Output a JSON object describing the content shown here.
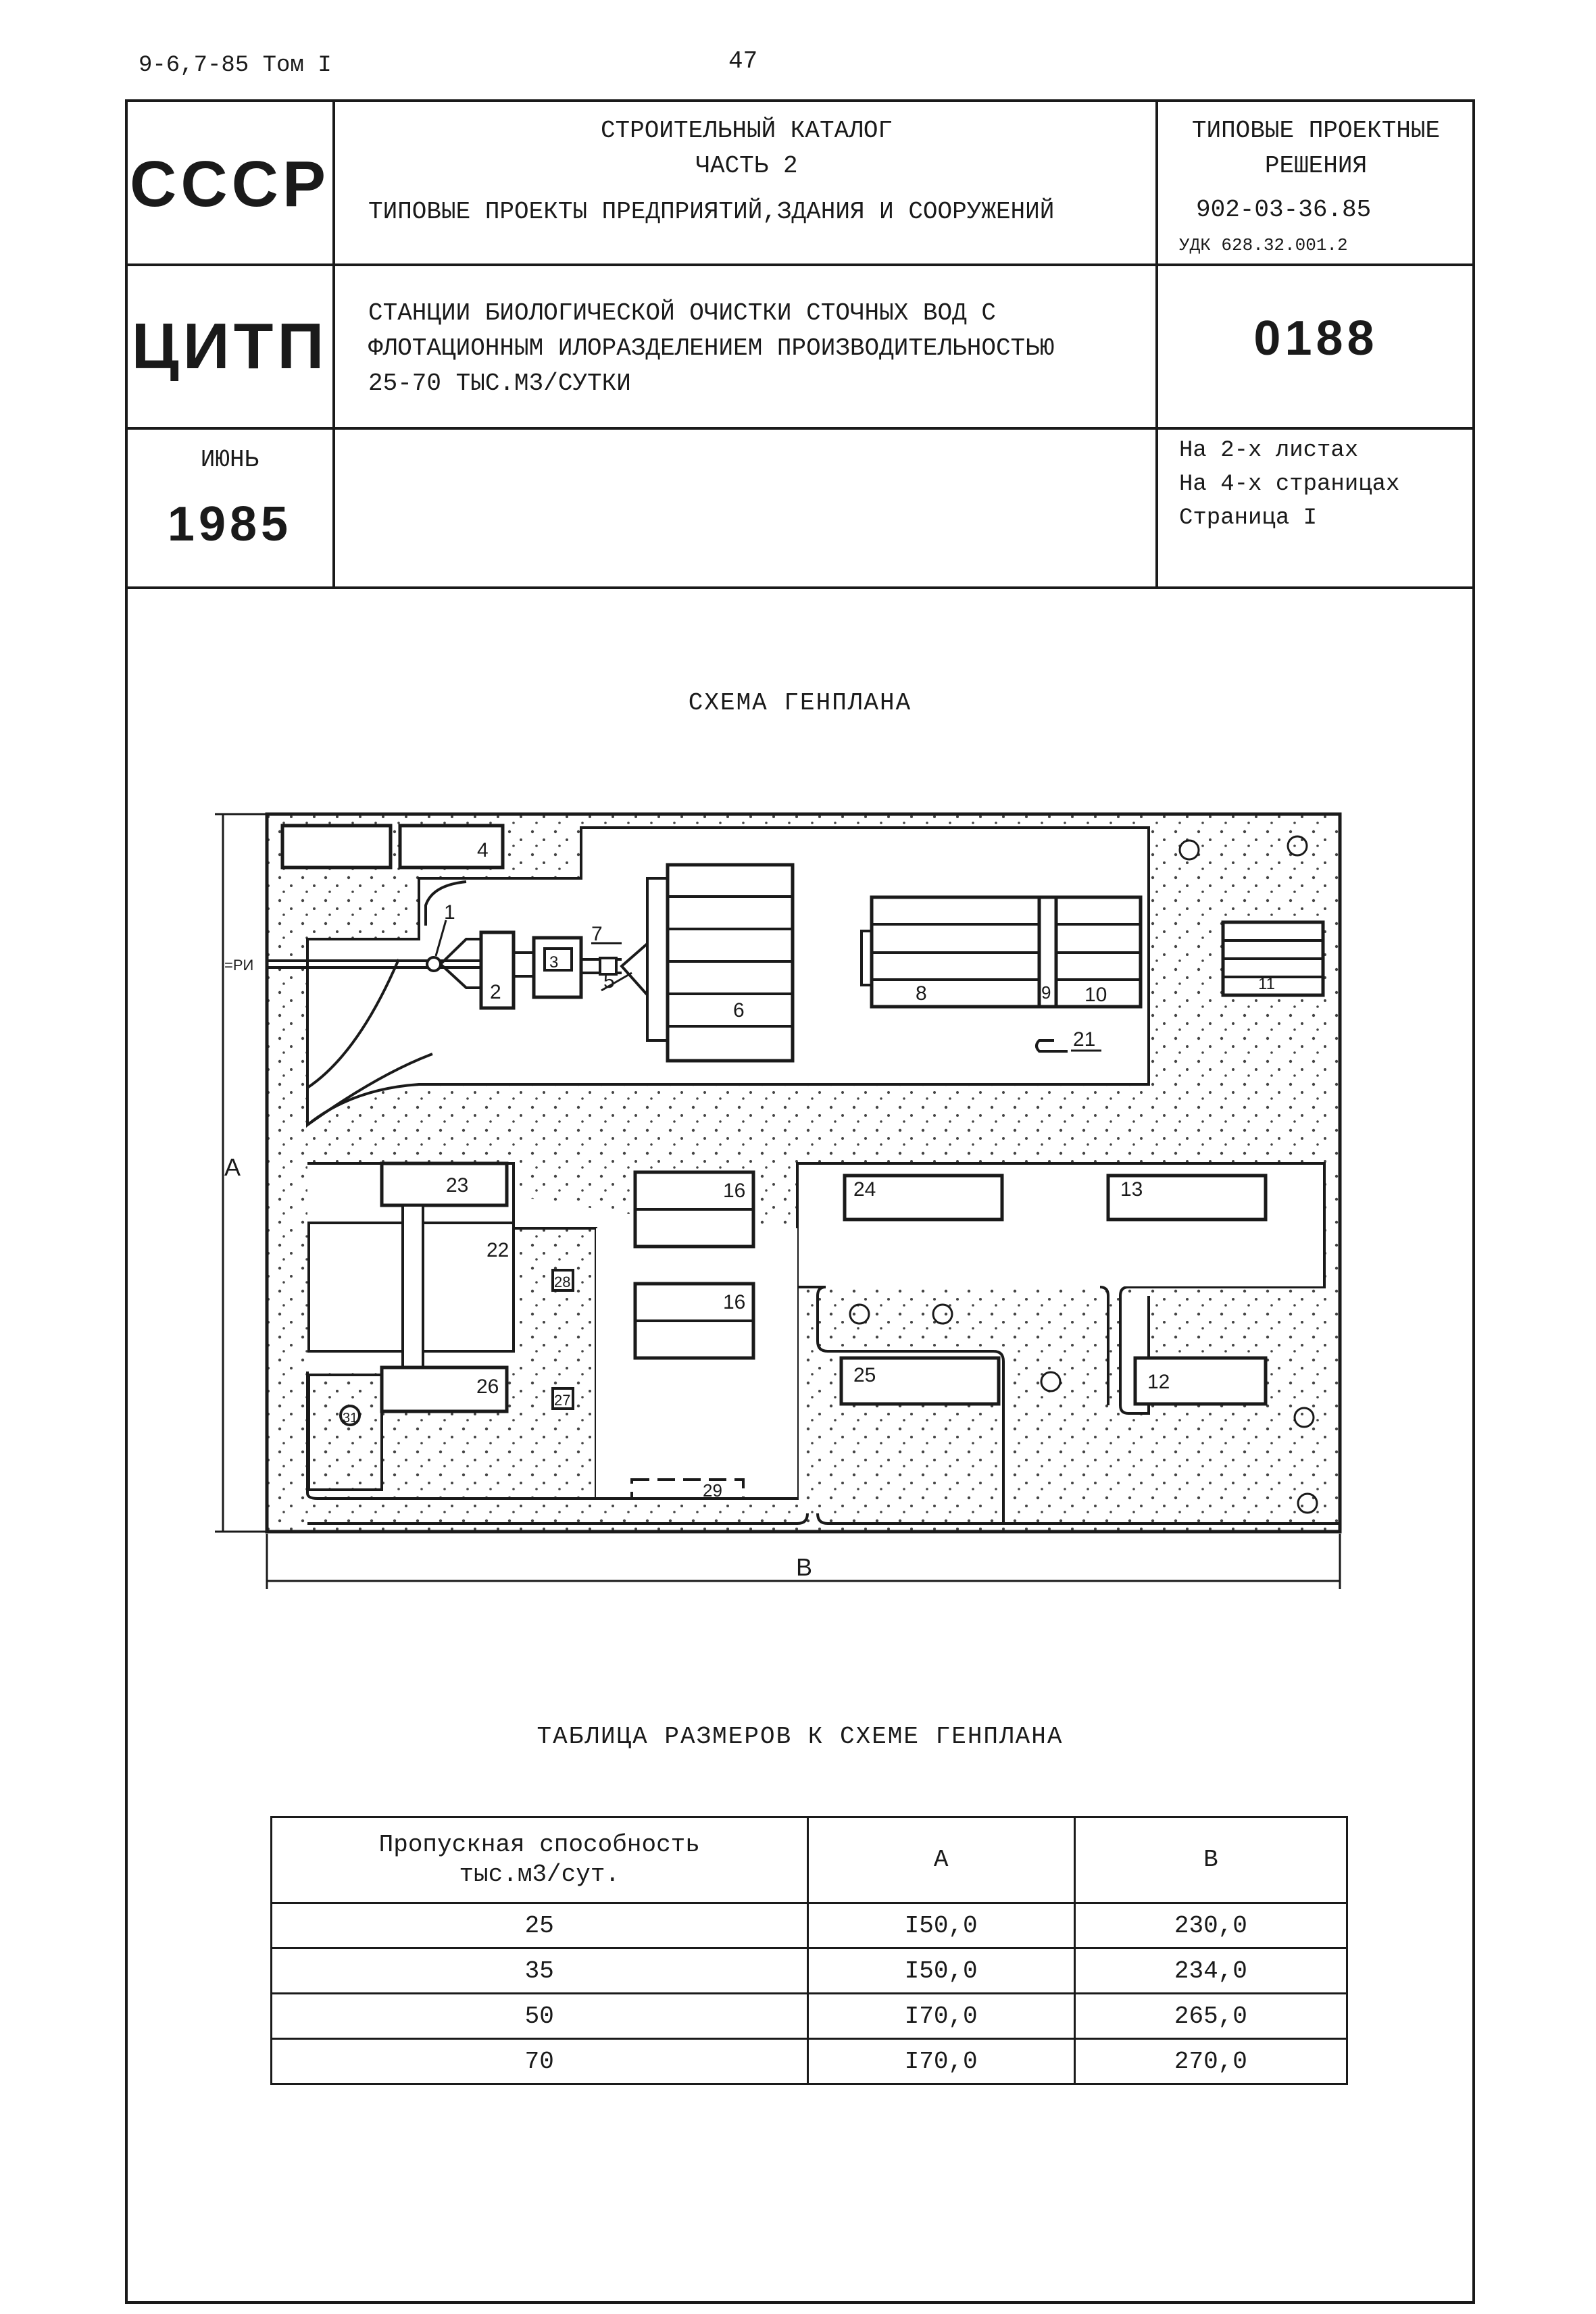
{
  "top": {
    "ref": "9-6,7-85 Том I",
    "page_number": "47"
  },
  "header": {
    "org_left": "СССР",
    "org_left_2": "ЦИТП",
    "date_month": "ИЮНЬ",
    "date_year": "1985",
    "catalog_line1": "СТРОИТЕЛЬНЫЙ КАТАЛОГ",
    "catalog_line2": "ЧАСТЬ 2",
    "catalog_line3": "ТИПОВЫЕ ПРОЕКТЫ ПРЕДПРИЯТИЙ,ЗДАНИЯ И СООРУЖЕНИЙ",
    "title_line1": "СТАНЦИИ БИОЛОГИЧЕСКОЙ ОЧИСТКИ СТОЧНЫХ ВОД С",
    "title_line2": "ФЛОТАЦИОННЫМ ИЛОРАЗДЕЛЕНИЕМ ПРОИЗВОДИТЕЛЬНОСТЬЮ",
    "title_line3": "25-70 ТЫС.М3/СУТКИ",
    "solutions_line1": "ТИПОВЫЕ ПРОЕКТНЫЕ",
    "solutions_line2": "РЕШЕНИЯ",
    "project_number": "902-03-36.85",
    "udk": "УДК 628.32.001.2",
    "sheet_code": "0188",
    "sheets": "На 2-х листах",
    "pages": "На 4-х страницах",
    "page": "Страница I"
  },
  "plan": {
    "title": "СХЕМА ГЕНПЛАНА",
    "dim_a": "А",
    "dim_b": "В",
    "inlet_label": "=РИ",
    "labels": {
      "n1": "1",
      "n2": "2",
      "n3": "3",
      "n4": "4",
      "n5": "5",
      "n6": "6",
      "n7": "7",
      "n8": "8",
      "n9": "9",
      "n10": "10",
      "n11": "11",
      "n12": "12",
      "n13": "13",
      "n16a": "16",
      "n16b": "16",
      "n21": "21",
      "n22": "22",
      "n23": "23",
      "n24": "24",
      "n25": "25",
      "n26": "26",
      "n27": "27",
      "n28": "28",
      "n29": "29",
      "n31": "31"
    }
  },
  "table": {
    "title": "ТАБЛИЦА РАЗМЕРОВ К СХЕМЕ ГЕНПЛАНА",
    "col1_line1": "Пропускная способность",
    "col1_line2": "тыс.м3/сут.",
    "col2": "А",
    "col3": "В",
    "rows": [
      {
        "capacity": "25",
        "a": "I50,0",
        "b": "230,0"
      },
      {
        "capacity": "35",
        "a": "I50,0",
        "b": "234,0"
      },
      {
        "capacity": "50",
        "a": "I70,0",
        "b": "265,0"
      },
      {
        "capacity": "70",
        "a": "I70,0",
        "b": "270,0"
      }
    ]
  }
}
